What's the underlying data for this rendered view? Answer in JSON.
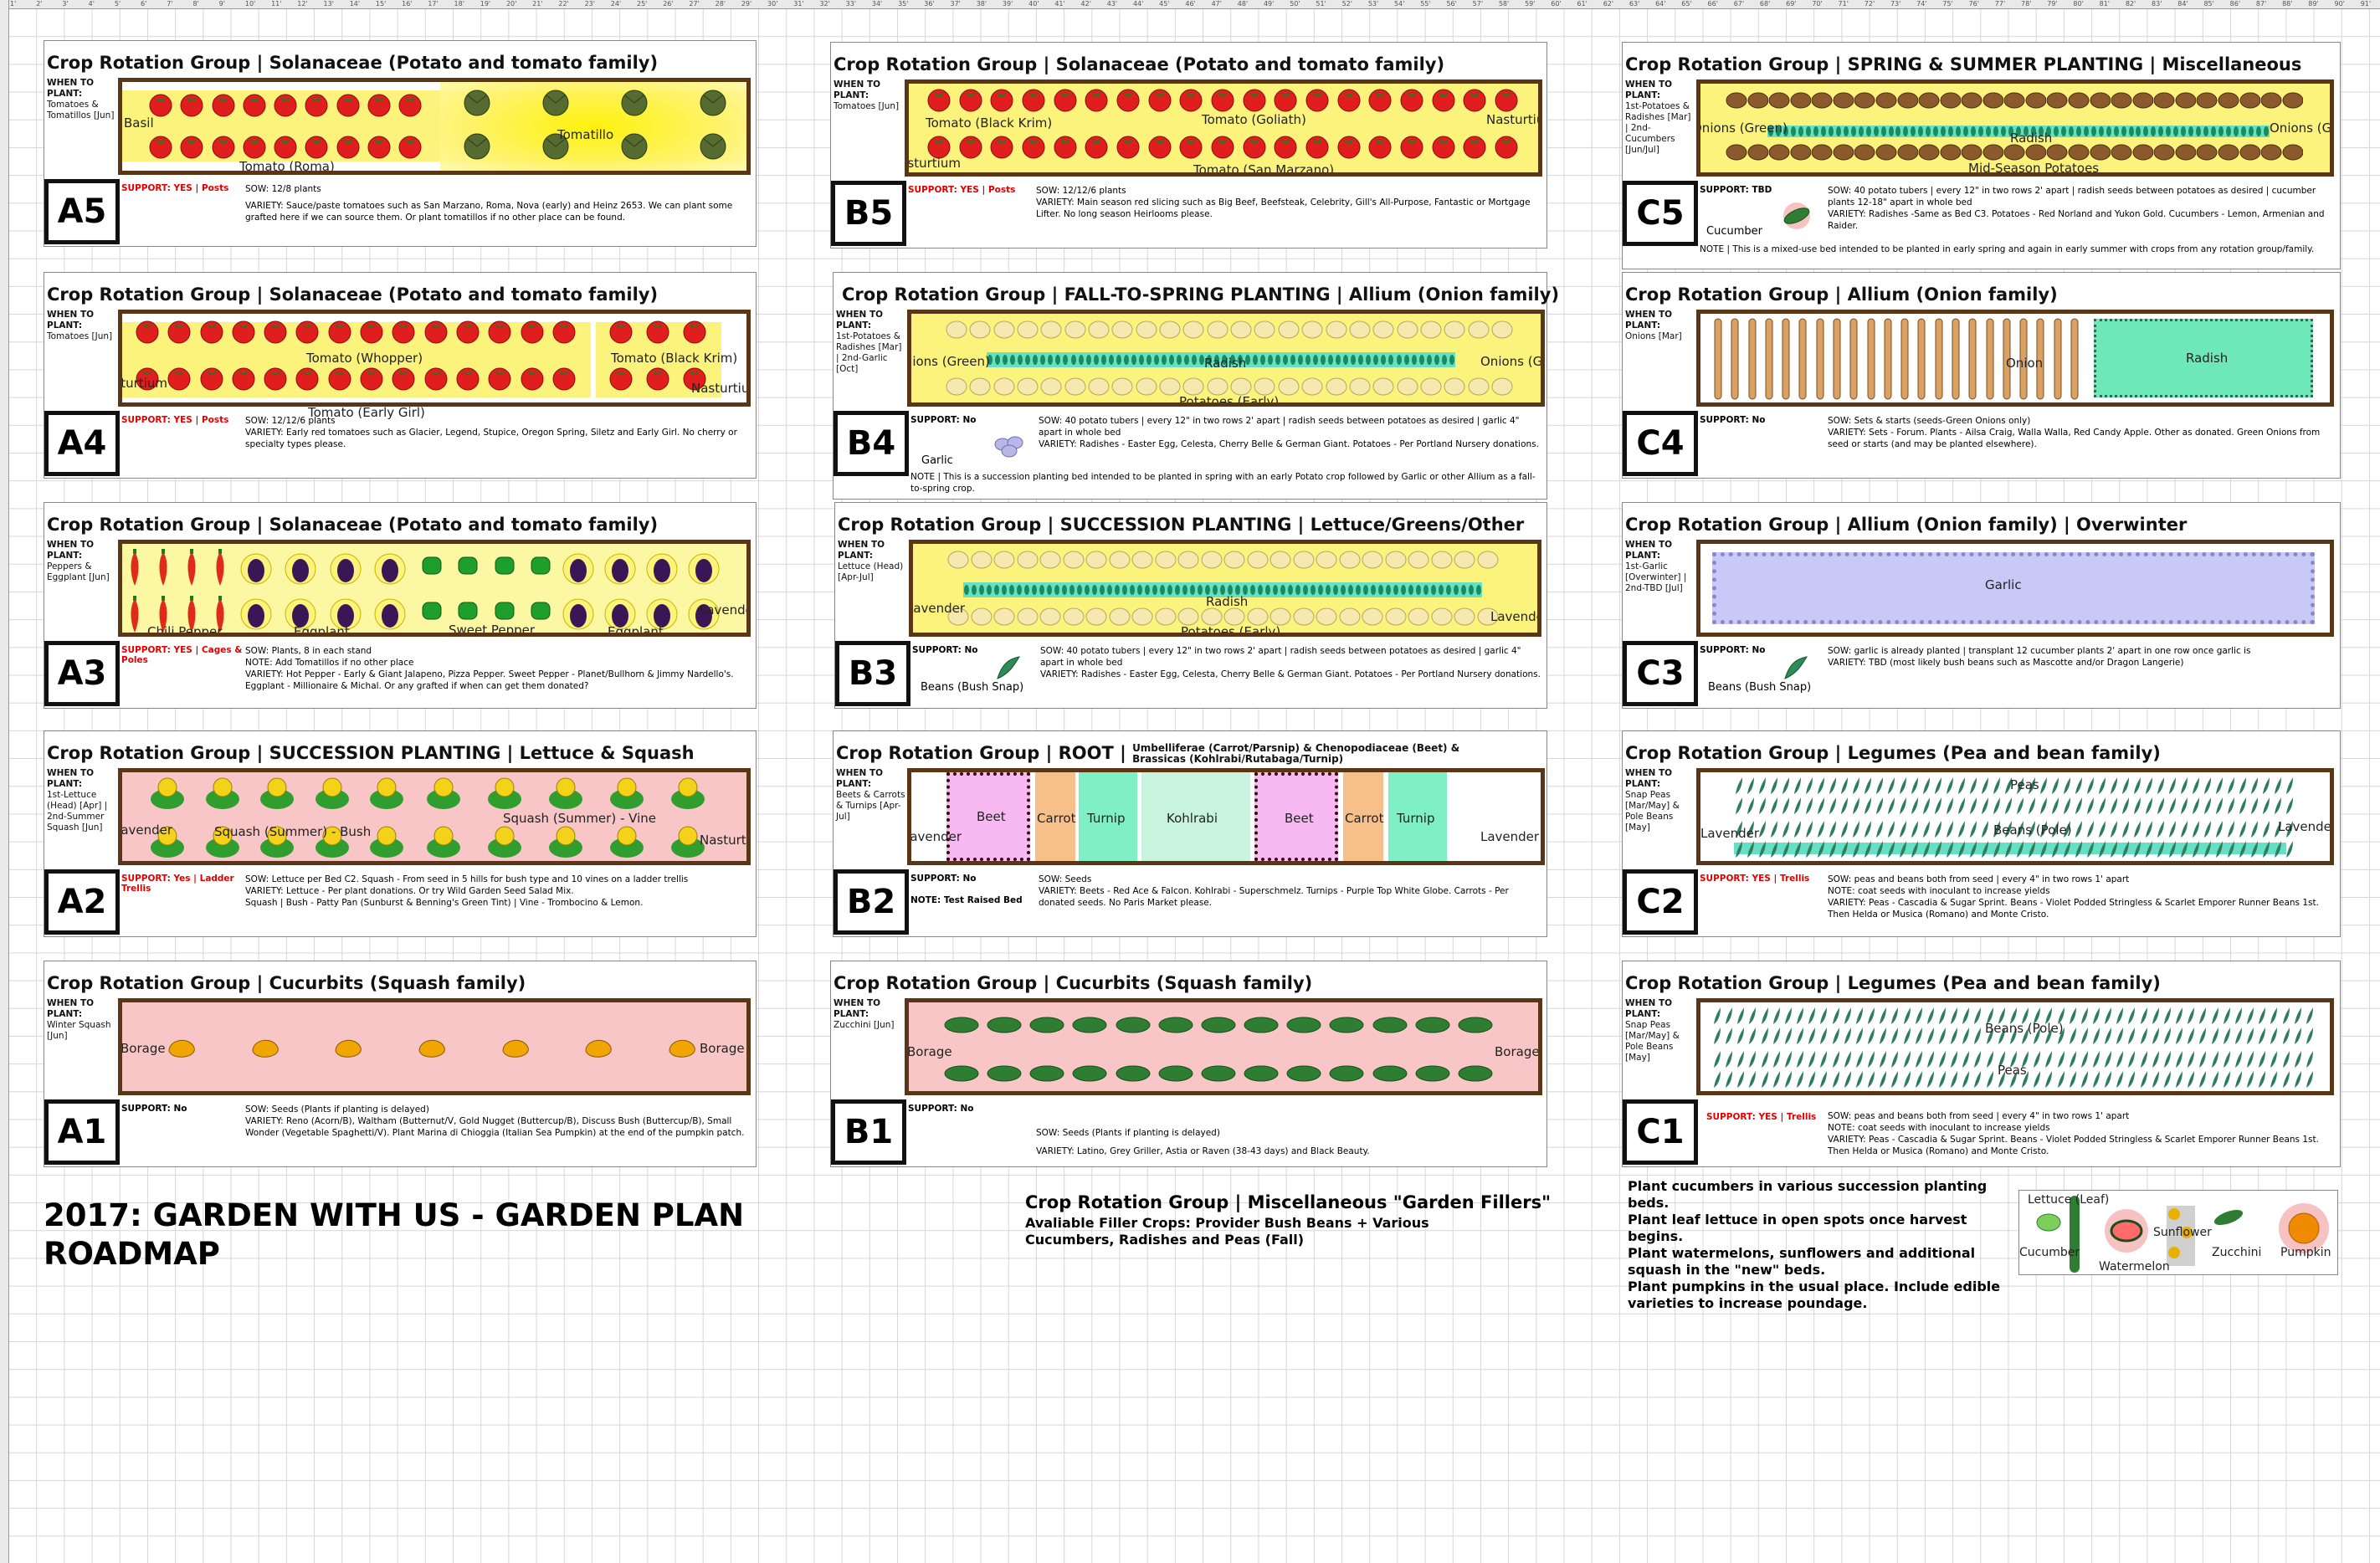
{
  "ruler": {
    "top": [
      "1'",
      "2'",
      "3'",
      "4'",
      "5'",
      "6'",
      "7'",
      "8'",
      "9'",
      "10'",
      "11'",
      "12'",
      "13'",
      "14'",
      "15'",
      "16'",
      "17'",
      "18'",
      "19'",
      "20'",
      "21'",
      "22'",
      "23'",
      "24'",
      "25'",
      "26'",
      "27'",
      "28'",
      "29'",
      "30'",
      "31'",
      "32'",
      "33'",
      "34'",
      "35'",
      "36'",
      "37'",
      "38'",
      "39'",
      "40'",
      "41'",
      "42'",
      "43'",
      "44'",
      "45'",
      "46'",
      "47'",
      "48'",
      "49'",
      "50'",
      "51'",
      "52'",
      "53'",
      "54'",
      "55'",
      "56'",
      "57'",
      "58'",
      "59'",
      "60'",
      "61'",
      "62'",
      "63'",
      "64'",
      "65'",
      "66'",
      "67'",
      "68'",
      "69'",
      "70'",
      "71'",
      "72'",
      "73'",
      "74'",
      "75'",
      "76'",
      "77'",
      "78'",
      "79'",
      "80'",
      "81'",
      "82'",
      "83'",
      "84'",
      "85'",
      "86'",
      "87'",
      "88'",
      "89'",
      "90'",
      "91'"
    ]
  },
  "main_title": "2017:  GARDEN WITH US - GARDEN PLAN ROADMAP",
  "filler": {
    "title": "Crop Rotation Group | Miscellaneous  \"Garden Fillers\"",
    "sub": "Avaliable Filler Crops:  Provider Bush Beans +  Various Cucumbers, Radishes and Peas (Fall)",
    "notes": [
      "Plant cucumbers in various succession planting beds.",
      "Plant leaf lettuce in open spots once harvest begins.",
      "Plant watermelons, sunflowers and additional squash in the \"new\" beds.",
      "Plant pumpkins in the usual place.  Include edible varieties to increase poundage."
    ],
    "labels": {
      "lettuce": "Lettuce (Leaf)",
      "cucumber": "Cucumber",
      "watermelon": "Watermelon",
      "sunflower": "Sunflower",
      "zucchini": "Zucchini",
      "pumpkin": "Pumpkin"
    }
  },
  "beds": {
    "A5": {
      "title": "Crop Rotation Group | Solanaceae (Potato and tomato family)",
      "wtp_head": "WHEN TO PLANT:",
      "wtp": "Tomatoes & Tomatillos [Jun]",
      "code": "A5",
      "support": "YES | Posts",
      "sow": "SOW:  12/8 plants",
      "variety": "VARIETY: Sauce/paste tomatoes such as San Marzano, Roma, Nova (early) and Heinz 2653.  We can plant some grafted here if we can source them.  Or plant tomatillos if no other place can be found.",
      "labels": [
        "Basil",
        "Tomato (Roma)",
        "Tomatillo"
      ]
    },
    "A4": {
      "title": "Crop Rotation Group | Solanaceae (Potato and tomato family)",
      "wtp_head": "WHEN TO PLANT:",
      "wtp": "Tomatoes [Jun]",
      "code": "A4",
      "support": "YES | Posts",
      "sow": "SOW:  12/12/6 plants",
      "variety": "VARIETY:  Early red tomatoes such as Glacier, Legend, Stupice, Oregon Spring, Siletz and Early Girl.  No cherry or specialty types please.",
      "labels": [
        "Tomato (Whopper)",
        "Tomato (Black Krim)",
        "Nasturtium",
        "Nasturtium",
        "Tomato (Early Girl)"
      ]
    },
    "A3": {
      "title": "Crop Rotation Group | Solanaceae (Potato and tomato family)",
      "wtp_head": "WHEN TO PLANT:",
      "wtp": "Peppers & Eggplant [Jun]",
      "code": "A3",
      "support": "YES | Cages & Poles",
      "sow": "SOW:  Plants, 8 in each stand",
      "note": "NOTE:  Add Tomatillos if no other place",
      "variety": "VARIETY:  Hot Pepper - Early & Giant Jalapeno, Pizza Pepper.  Sweet Pepper - Planet/Bullhorn & Jimmy Nardello's.  Eggplant - Millionaire & Michal.  Or any grafted if when can get them donated?",
      "labels": [
        "Chili Pepper",
        "Eggplant",
        "Sweet Pepper",
        "Eggplant",
        "Lavender"
      ]
    },
    "A2": {
      "title": "Crop Rotation Group | SUCCESSION PLANTING |  Lettuce & Squash",
      "wtp_head": "WHEN TO PLANT:",
      "wtp": "1st-Lettuce (Head) [Apr] | 2nd-Summer Squash [Jun]",
      "code": "A2",
      "support": "Yes | Ladder Trellis",
      "sow": "SOW: Lettuce per Bed C2.  Squash - From seed in 5 hills for bush type and 10 vines on a ladder trellis",
      "variety": "VARIETY:  Lettuce - Per plant donations. Or try Wild Garden Seed Salad Mix.",
      "variety2": "Squash | Bush - Patty Pan (Sunburst & Benning's Green Tint) | Vine - Trombocino & Lemon.",
      "labels": [
        "Lavender",
        "Squash (Summer) - Bush",
        "Squash (Summer) - Vine",
        "Nasturtium"
      ]
    },
    "A1": {
      "title": "Crop Rotation Group | Cucurbits (Squash family)",
      "wtp_head": "WHEN TO PLANT:",
      "wtp": "Winter Squash [Jun]",
      "code": "A1",
      "support": "No",
      "sow": "SOW:  Seeds (Plants if planting is delayed)",
      "variety": "VARIETY:  Reno (Acorn/B), Waltham (Butternut/V, Gold Nugget (Buttercup/B), Discuss Bush (Buttercup/B), Small Wonder (Vegetable Spaghetti/V).  Plant Marina di Chioggia (Italian Sea Pumpkin) at the end of the pumpkin patch.",
      "labels": [
        "Borage",
        "Borage"
      ]
    },
    "B5": {
      "title": "Crop Rotation Group | Solanaceae (Potato and tomato family)",
      "wtp_head": "WHEN TO PLANT:",
      "wtp": "Tomatoes [Jun]",
      "code": "B5",
      "support": "YES | Posts",
      "sow": "SOW:  12/12/6 plants",
      "variety": "VARIETY:  Main season red slicing such as Big Beef, Beefsteak, Celebrity, Gill's All-Purpose, Fantastic or Mortgage Lifter.  No long season Heirlooms please.",
      "labels": [
        "Tomato (Black Krim)",
        "Tomato (Goliath)",
        "Tomato (San Marzano)",
        "Nasturtium",
        "Nasturtium"
      ]
    },
    "B4": {
      "title": "Crop Rotation Group | FALL-TO-SPRING PLANTING | Allium (Onion family)",
      "wtp_head": "WHEN TO PLANT:",
      "wtp": "1st-Potatoes & Radishes [Mar] | 2nd-Garlic [Oct]",
      "code": "B4",
      "support": "No",
      "icon_label": "Garlic",
      "sow": "SOW:  40 potato tubers  |  every 12\" in two rows 2' apart | radish seeds between potatoes as desired | garlic 4\" apart in whole bed",
      "variety": "VARIETY:  Radishes - Easter Egg, Celesta, Cherry Belle & German Giant.  Potatoes - Per Portland Nursery donations.",
      "note": "NOTE | This is a succession planting bed intended to be planted in spring with an early Potato crop followed by Garlic or other Allium as a fall-to-spring crop.",
      "labels": [
        "Onions (Green)",
        "Radish",
        "Onions (Green)",
        "Potatoes (Early)"
      ]
    },
    "B3": {
      "title": "Crop Rotation Group | SUCCESSION PLANTING |  Lettuce/Greens/Other",
      "wtp_head": "WHEN TO PLANT:",
      "wtp": "Lettuce (Head) [Apr-Jul]",
      "code": "B3",
      "support": "No",
      "icon_label": "Beans (Bush Snap)",
      "sow": "SOW:  40 potato tubers  |  every 12\" in two rows 2' apart | radish seeds between potatoes as desired | garlic 4\" apart in whole bed",
      "variety": "VARIETY:  Radishes - Easter Egg, Celesta, Cherry Belle & German Giant.  Potatoes - Per Portland Nursery donations.",
      "labels": [
        "Lavender",
        "Radish",
        "Lavender",
        "Potatoes (Early)"
      ]
    },
    "B2": {
      "title": "Crop Rotation Group | ROOT |",
      "title_small": "Umbelliferae (Carrot/Parsnip) & Chenopodiaceae (Beet) & Brassicas (Kohlrabi/Rutabaga/Turnip)",
      "wtp_head": "WHEN TO PLANT:",
      "wtp": "Beets & Carrots & Turnips [Apr-Jul]",
      "code": "B2",
      "support": "No",
      "sow": "SOW:  Seeds",
      "note": "NOTE:  Test Raised Bed",
      "variety": "VARIETY:  Beets - Red Ace & Falcon.  Kohlrabi - Superschmelz.  Turnips - Purple Top White Globe.  Carrots - Per donated seeds.  No Paris Market please.",
      "labels": [
        "Lavender",
        "Beet",
        "Carrot",
        "Turnip",
        "Kohlrabi",
        "Beet",
        "Carrot",
        "Turnip",
        "Lavender"
      ]
    },
    "B1": {
      "title": "Crop Rotation Group | Cucurbits (Squash family)",
      "wtp_head": "WHEN TO PLANT:",
      "wtp": "Zucchini [Jun]",
      "code": "B1",
      "support": "No",
      "sow": "SOW:  Seeds (Plants if planting is delayed)",
      "variety": "VARIETY:  Latino, Grey Griller, Astia or Raven (38-43 days) and Black Beauty.",
      "labels": [
        "Borage",
        "Borage"
      ]
    },
    "C5": {
      "title": "Crop Rotation Group | SPRING & SUMMER PLANTING | Miscellaneous",
      "wtp_head": "WHEN TO PLANT:",
      "wtp": "1st-Potatoes & Radishes [Mar] | 2nd-Cucumbers [Jun/Jul]",
      "code": "C5",
      "support": "TBD",
      "icon_label": "Cucumber",
      "sow": "SOW:  40 potato tubers  |  every 12\" in two rows 2' apart | radish seeds between potatoes as desired | cucumber plants 12-18\" apart in whole bed",
      "variety": "VARIETY:  Radishes -Same as Bed C3.  Potatoes - Red Norland and Yukon Gold.  Cucumbers - Lemon, Armenian and Raider.",
      "note": "NOTE | This is a mixed-use bed intended to be planted in early spring and again in early summer with crops from any rotation group/family.",
      "labels": [
        "Onions (Green)",
        "Radish",
        "Onions (Green)",
        "Mid-Season Potatoes"
      ]
    },
    "C4": {
      "title": "Crop Rotation Group | Allium (Onion family)",
      "wtp_head": "WHEN TO PLANT:",
      "wtp": "Onions [Mar]",
      "code": "C4",
      "support": "No",
      "sow": "SOW:  Sets & starts (seeds-Green Onions only)",
      "variety": "VARIETY:  Sets - Forum.  Plants - Ailsa Craig, Walla Walla, Red Candy Apple.  Other as donated.  Green Onions from seed or starts (and may be planted elsewhere).",
      "labels": [
        "Onion",
        "Radish"
      ]
    },
    "C3": {
      "title": "Crop Rotation Group | Allium (Onion family) | Overwinter",
      "wtp_head": "WHEN TO PLANT:",
      "wtp": "1st-Garlic [Overwinter] | 2nd-TBD [Jul]",
      "code": "C3",
      "support": "No",
      "icon_label": "Beans (Bush Snap)",
      "sow": "SOW:  garlic is already planted | transplant 12 cucumber plants 2' apart in one row once garlic is",
      "variety": "VARIETY:  TBD  (most likely bush beans such as Mascotte and/or Dragon Langerie)",
      "labels": [
        "Garlic"
      ]
    },
    "C2": {
      "title": "Crop Rotation Group | Legumes (Pea and bean family)",
      "wtp_head": "WHEN TO PLANT:",
      "wtp": "Snap Peas [Mar/May] & Pole Beans [May]",
      "code": "C2",
      "support": "YES | Trellis",
      "sow": "SOW:  peas and beans both from seed | every 4\" in two rows 1' apart",
      "note": "NOTE:  coat seeds with inoculant to increase yields",
      "variety": "VARIETY:  Peas - Cascadia & Sugar Sprint.  Beans - Violet Podded Stringless & Scarlet Emporer Runner Beans 1st.  Then Helda or Musica (Romano) and Monte Cristo.",
      "labels": [
        "Peas",
        "Lavender",
        "Beans (Pole)",
        "Lavender"
      ]
    },
    "C1": {
      "title": "Crop Rotation Group | Legumes (Pea and bean family)",
      "wtp_head": "WHEN TO PLANT:",
      "wtp": "Snap Peas [Mar/May] & Pole Beans [May]",
      "code": "C1",
      "support": "YES | Trellis",
      "sow": "SOW:  peas and beans both from seed | every 4\" in two rows 1' apart",
      "note": "NOTE:  coat seeds with inoculant to increase yields",
      "variety": "VARIETY:  Peas - Cascadia & Sugar Sprint.  Beans - Violet Podded Stringless & Scarlet Emporer Runner Beans 1st.  Then Helda or Musica (Romano) and Monte Cristo.",
      "labels": [
        "Beans (Pole)",
        "Peas"
      ]
    }
  },
  "support_prefix": "SUPPORT:",
  "colors": {
    "bed_border": "#5a3516",
    "support_red": "#e00000",
    "tomato_band": "#fff36a",
    "squash_band": "#f8c6c6",
    "purple_band": "#c9c9f7",
    "teal_band": "#66e0c4"
  }
}
